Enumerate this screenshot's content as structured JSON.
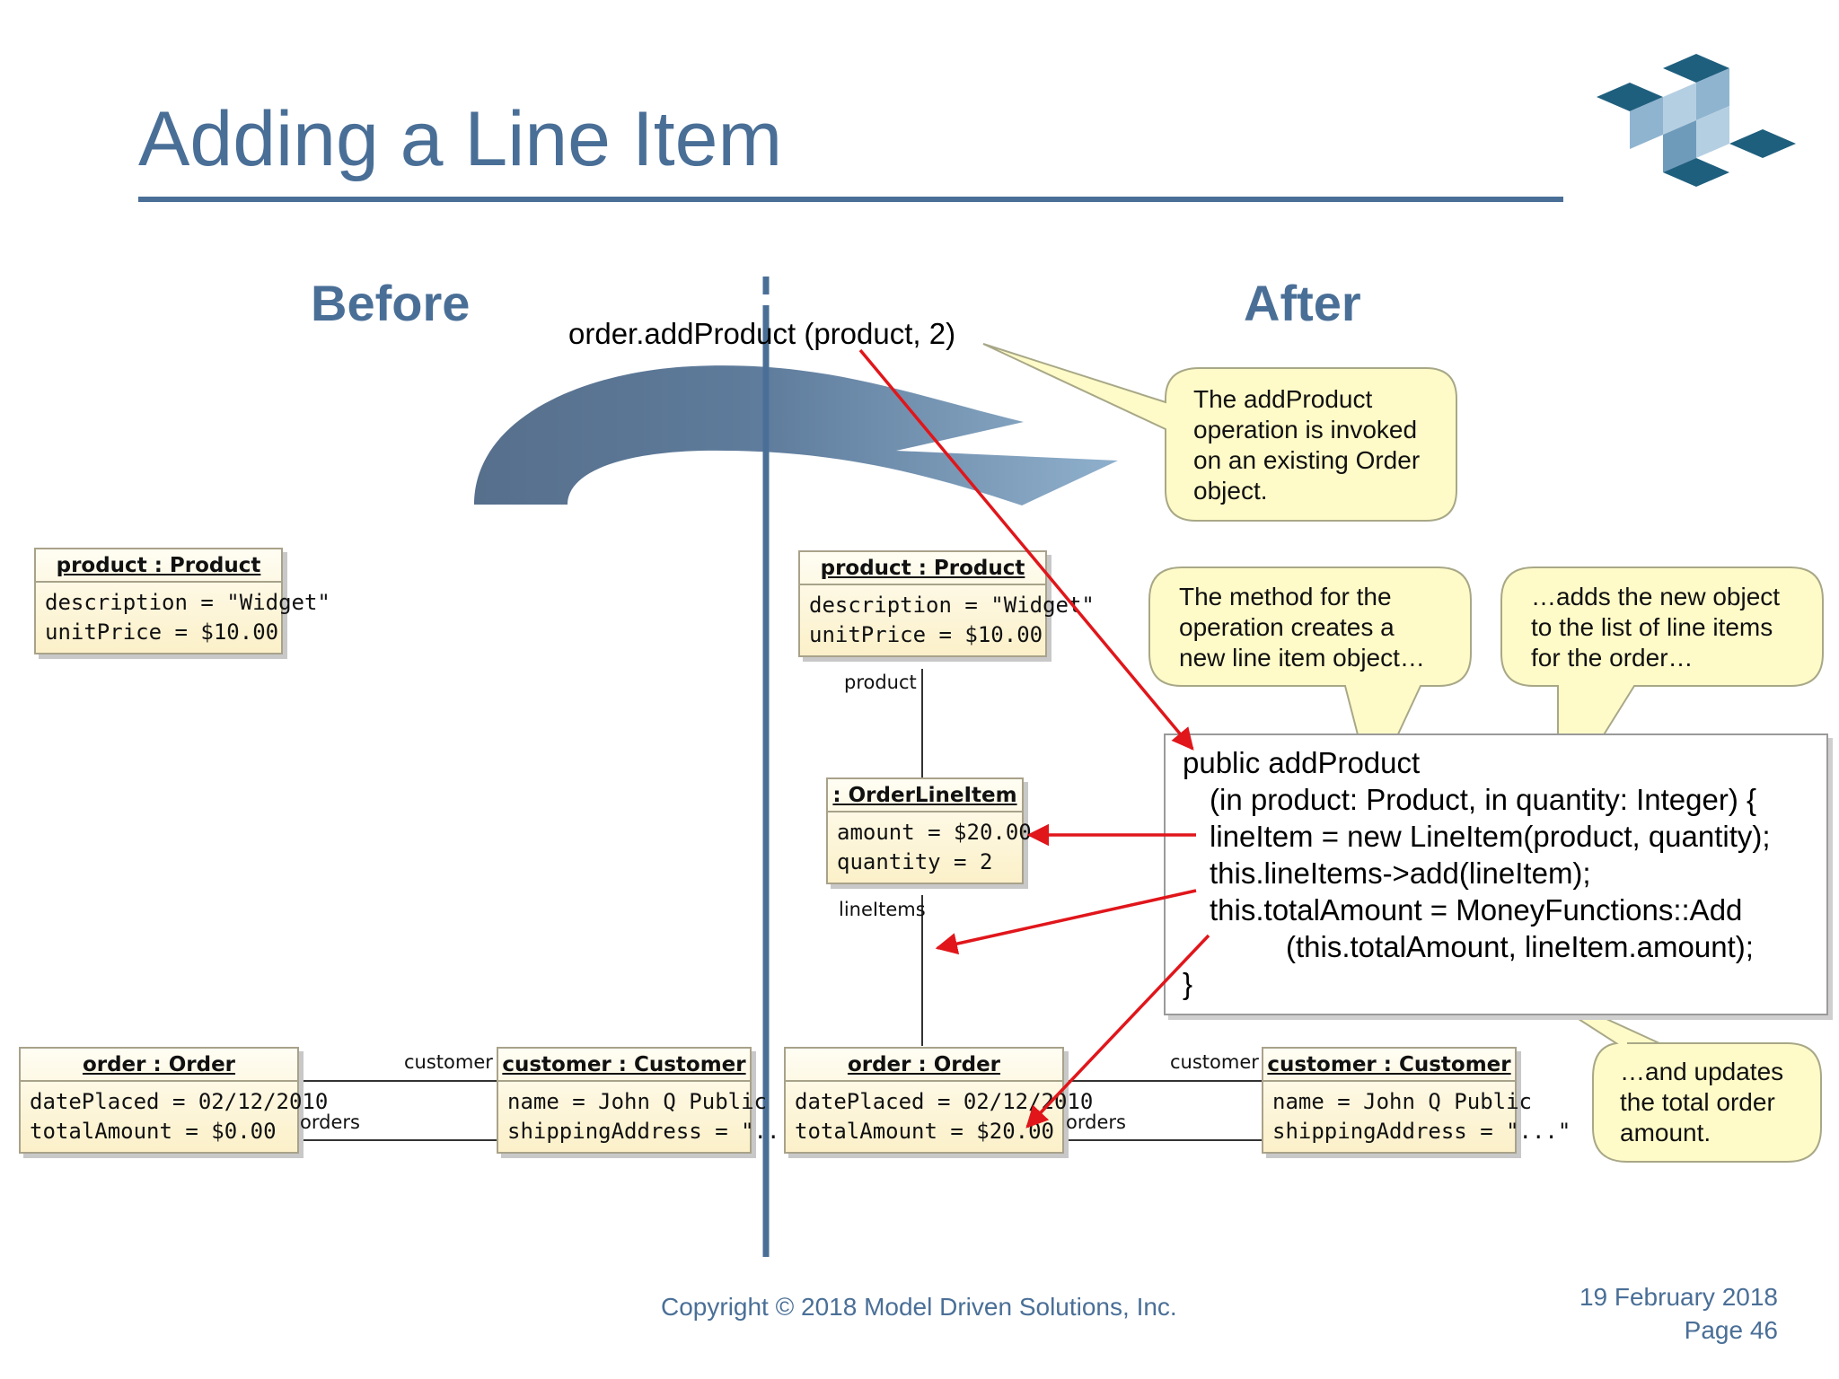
{
  "slide": {
    "title": "Adding a Line Item",
    "before_label": "Before",
    "after_label": "After",
    "method_call": "order.addProduct (product, 2)"
  },
  "before": {
    "product": {
      "name": "product : Product",
      "attrs": [
        "description = \"Widget\"",
        "unitPrice = $10.00"
      ]
    },
    "order": {
      "name": "order : Order",
      "attrs": [
        "datePlaced = 02/12/2010",
        "totalAmount = $0.00"
      ]
    },
    "customer": {
      "name": "customer : Customer",
      "attrs": [
        "name = John Q Public",
        "shippingAddress = \"...\""
      ]
    },
    "roles": {
      "customer": "customer",
      "orders": "orders"
    }
  },
  "after": {
    "product": {
      "name": "product : Product",
      "attrs": [
        "description = \"Widget\"",
        "unitPrice = $10.00"
      ]
    },
    "lineitem": {
      "name": ": OrderLineItem",
      "attrs": [
        "amount = $20.00",
        "quantity = 2"
      ]
    },
    "order": {
      "name": "order : Order",
      "attrs": [
        "datePlaced = 02/12/2010",
        "totalAmount = $20.00"
      ]
    },
    "customer": {
      "name": "customer : Customer",
      "attrs": [
        "name = John Q Public",
        "shippingAddress = \"...\""
      ]
    },
    "roles": {
      "product": "product",
      "lineitems": "lineItems",
      "customer": "customer",
      "orders": "orders"
    }
  },
  "callouts": {
    "invoke": [
      "The addProduct",
      "operation is invoked",
      "on an existing Order",
      "object."
    ],
    "creates": [
      "The method for the",
      "operation creates a",
      "new line item object…"
    ],
    "adds": [
      "…adds the new object",
      "to the list of line items",
      "for the order…"
    ],
    "updates": [
      "…and updates",
      "the total order",
      "amount."
    ]
  },
  "code": [
    "public addProduct",
    "(in product: Product, in quantity: Integer) {",
    "lineItem = new LineItem(product, quantity);",
    "this.lineItems->add(lineItem);",
    "this.totalAmount = MoneyFunctions::Add",
    "(this.totalAmount, lineItem.amount);",
    "}"
  ],
  "footer": {
    "copyright": "Copyright © 2018 Model Driven Solutions, Inc.",
    "date": "19 February 2018",
    "page": "Page 46"
  },
  "colors": {
    "title_blue": "#4a6f97",
    "logo_dark": "#1f5f7e",
    "logo_light": "#8fb4cf",
    "arrow_red": "#e0161b",
    "callout_fill": "#fffbc8",
    "object_fill": "#fbf0c8"
  }
}
